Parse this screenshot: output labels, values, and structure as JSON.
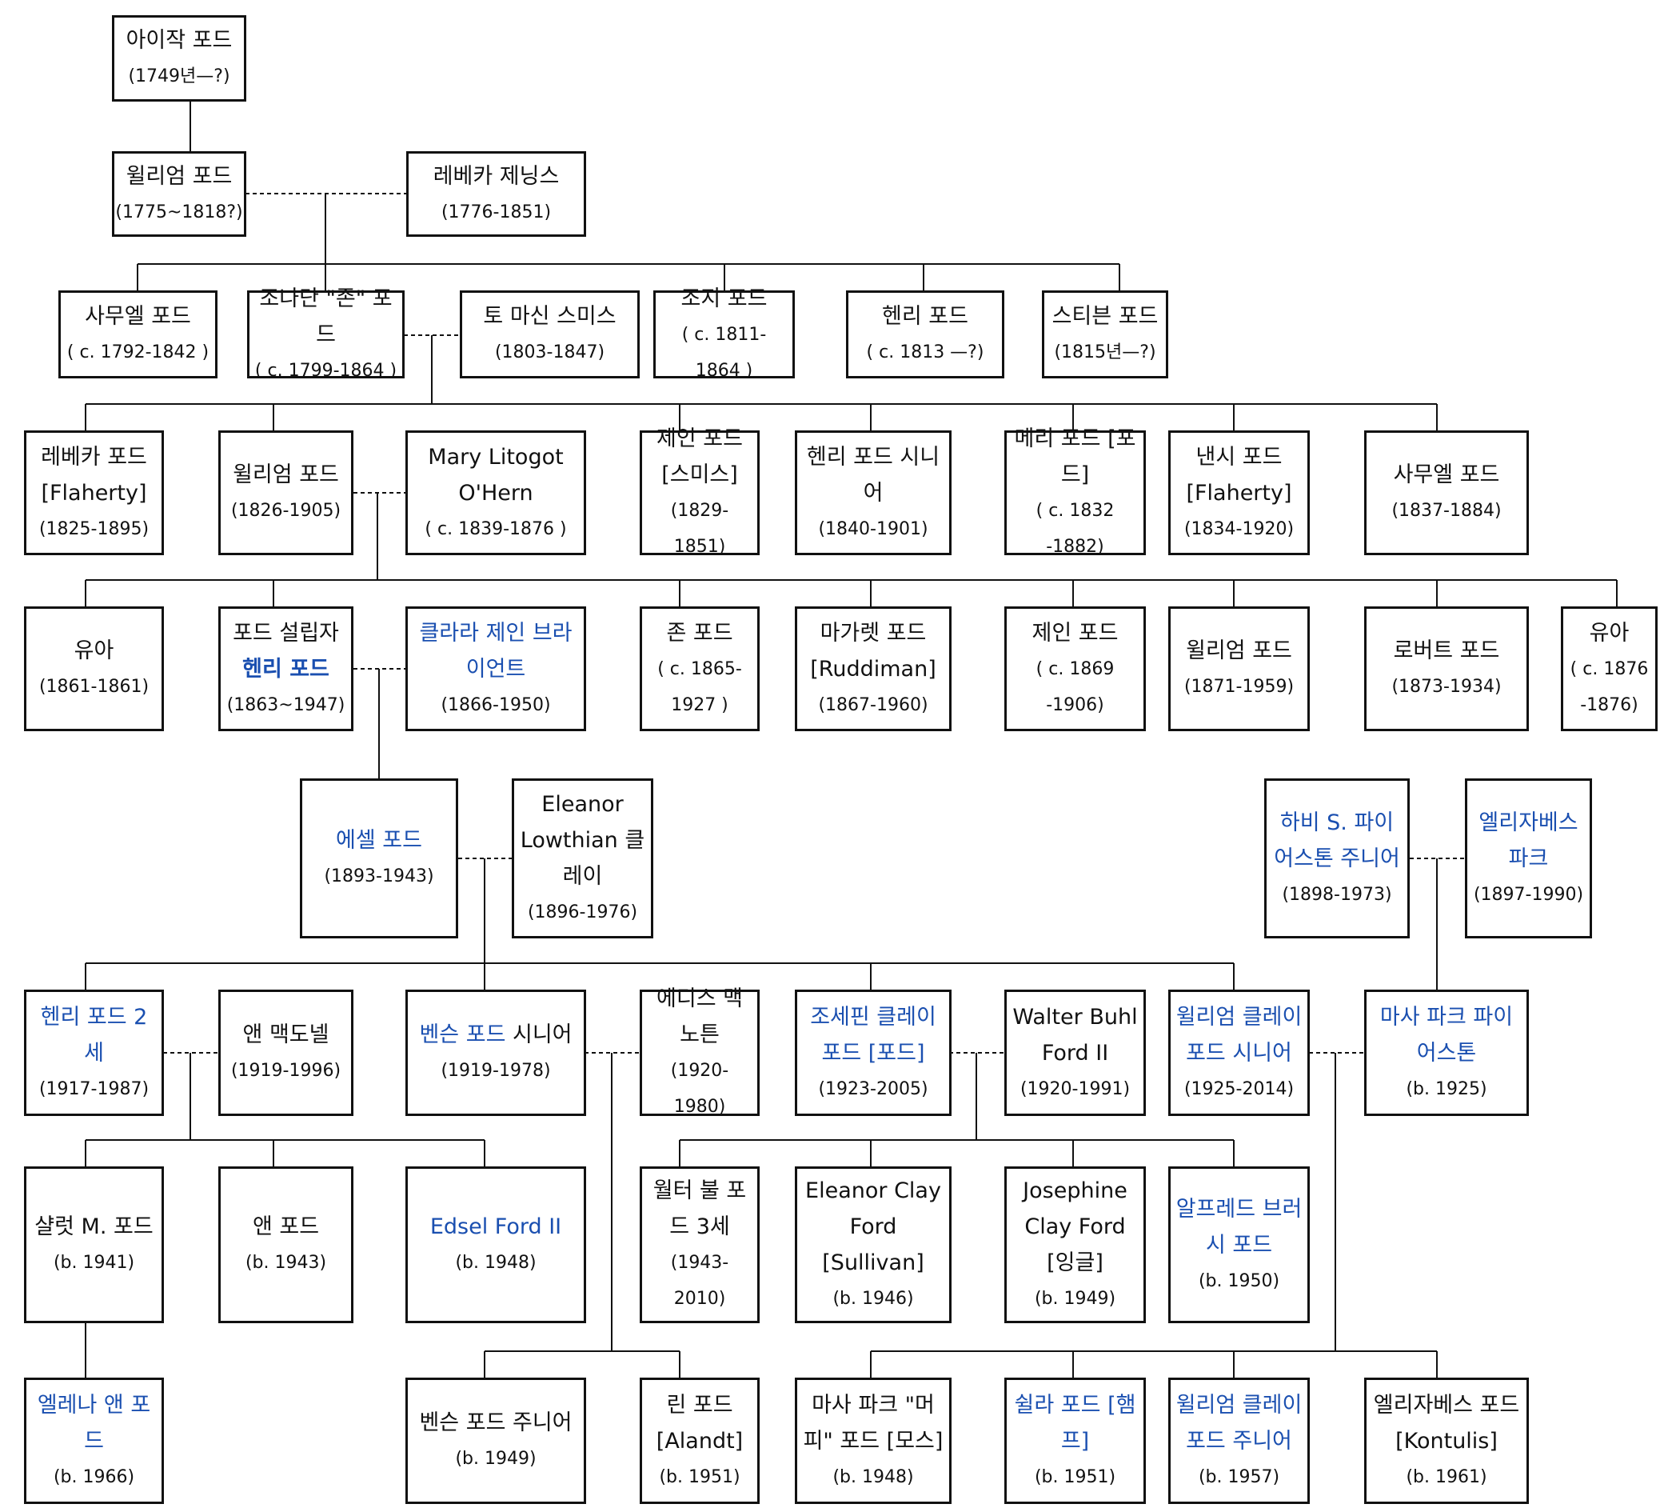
{
  "people": {
    "isaac": {
      "name": "아이작 포드",
      "dates": "(1749년—?)"
    },
    "william1775": {
      "name": "윌리엄 포드",
      "dates": "(1775~1818?)"
    },
    "rebecca_jennings": {
      "name": "레베카 제닝스",
      "dates": "(1776-1851)"
    },
    "samuel1792": {
      "name": "사무엘 포드",
      "dates": "( c. 1792-1842 )"
    },
    "jonathan": {
      "name": "조나단 \"존\" 포드",
      "dates": "( c. 1799-1864 )"
    },
    "thomasina": {
      "name": "토 마신 스미스",
      "dates": "(1803-1847)"
    },
    "george": {
      "name": "조지 포드",
      "dates": "( c. 1811-1864 )"
    },
    "henry1813": {
      "name": "헨리 포드",
      "dates": "( c. 1813 —?)"
    },
    "stephen": {
      "name": "스티븐 포드",
      "dates": "(1815년—?)"
    },
    "rebecca1825": {
      "name": "레베카 포드 [Flaherty]",
      "dates": "(1825-1895)"
    },
    "william1826": {
      "name": "윌리엄 포드",
      "dates": "(1826-1905)"
    },
    "mary": {
      "name": "Mary Litogot O'Hern",
      "dates": "( c. 1839-1876 )"
    },
    "jane1829": {
      "name": "제인 포드 [스미스]",
      "dates": "(1829-1851)"
    },
    "henry_sr": {
      "name": "헨리 포드 시니어",
      "dates": "(1840-1901)"
    },
    "mary1832": {
      "name": "메리 포드 [포드]",
      "dates": "( c. 1832 -1882)"
    },
    "nancy": {
      "name": "낸시 포드 [Flaherty]",
      "dates": "(1834-1920)"
    },
    "samuel1837": {
      "name": "사무엘 포드",
      "dates": "(1837-1884)"
    },
    "infant1861": {
      "name": "유아",
      "dates": "(1861-1861)"
    },
    "henry_founder": {
      "prefix": "포드 설립자",
      "name": "헨리 포드",
      "dates": "(1863~1947)"
    },
    "clara": {
      "name": "클라라 제인 브라이언트",
      "dates": "(1866-1950)"
    },
    "john1865": {
      "name": "존 포드",
      "dates": "( c. 1865-1927 )"
    },
    "margaret": {
      "name": "마가렛 포드 [Ruddiman]",
      "dates": "(1867-1960)"
    },
    "jane1869": {
      "name": "제인 포드",
      "dates": "( c. 1869 -1906)"
    },
    "william1871": {
      "name": "윌리엄 포드",
      "dates": "(1871-1959)"
    },
    "robert": {
      "name": "로버트 포드",
      "dates": "(1873-1934)"
    },
    "infant1876": {
      "name": "유아",
      "dates": "( c. 1876 -1876)"
    },
    "edsel": {
      "name": "에셀 포드",
      "dates": "(1893-1943)"
    },
    "eleanor": {
      "name": "Eleanor Lowthian 클레이",
      "dates": "(1896-1976)"
    },
    "harvey": {
      "name": "하비 S. 파이어스톤 주니어",
      "dates": "(1898-1973)"
    },
    "elizabeth_parke": {
      "name": "엘리자베스 파크",
      "dates": "(1897-1990)"
    },
    "henry2": {
      "name": "헨리 포드 2세",
      "dates": "(1917-1987)"
    },
    "anne_mcdonnell": {
      "name": "앤 맥도넬",
      "dates": "(1919-1996)"
    },
    "benson_sr": {
      "name_link": "벤슨 포드",
      "name_rest": " 시니어",
      "dates": "(1919-1978)"
    },
    "edith": {
      "name": "에디스 맥노튼",
      "dates": "(1920-1980)"
    },
    "josephine": {
      "name": "조세핀 클레이 포드 [포드]",
      "dates": "(1923-2005)"
    },
    "walter": {
      "name": "Walter Buhl Ford II",
      "dates": "(1920-1991)"
    },
    "william_clay_sr": {
      "name": "윌리엄 클레이 포드 시니어",
      "dates": "(1925-2014)"
    },
    "martha": {
      "name": "마사 파크 파이어스톤",
      "dates": "(b. 1925)"
    },
    "charlotte": {
      "name": "샬럿 M. 포드",
      "dates": "(b. 1941)"
    },
    "anne_ford": {
      "name": "앤 포드",
      "dates": "(b. 1943)"
    },
    "edsel2": {
      "name": "Edsel Ford II",
      "dates": "(b. 1948)"
    },
    "walter3": {
      "name": "월터 불 포드 3세",
      "dates": "(1943-2010)"
    },
    "eleanor_clay": {
      "name": "Eleanor Clay Ford [Sullivan]",
      "dates": "(b. 1946)"
    },
    "josephine_clay": {
      "name": "Josephine Clay Ford [잉글]",
      "dates": "(b. 1949)"
    },
    "alfred": {
      "name": "알프레드 브러시 포드",
      "dates": "(b. 1950)"
    },
    "elena": {
      "name": "엘레나 앤 포드",
      "dates": "(b. 1966)"
    },
    "benson_jr": {
      "name": "벤슨 포드 주니어",
      "dates": "(b. 1949)"
    },
    "lynn": {
      "name": "린 포드 [Alandt]",
      "dates": "(b. 1951)"
    },
    "martha_muffy": {
      "name": "마사 파크 \"머피\" 포드 [모스]",
      "dates": "(b. 1948)"
    },
    "sheila": {
      "name": "쉴라 포드 [햄프]",
      "dates": "(b. 1951)"
    },
    "william_clay_jr": {
      "name": "윌리엄 클레이 포드 주니어",
      "dates": "(b. 1957)"
    },
    "elizabeth_ford": {
      "name": "엘리자베스 포드 [Kontulis]",
      "dates": "(b. 1961)"
    }
  }
}
